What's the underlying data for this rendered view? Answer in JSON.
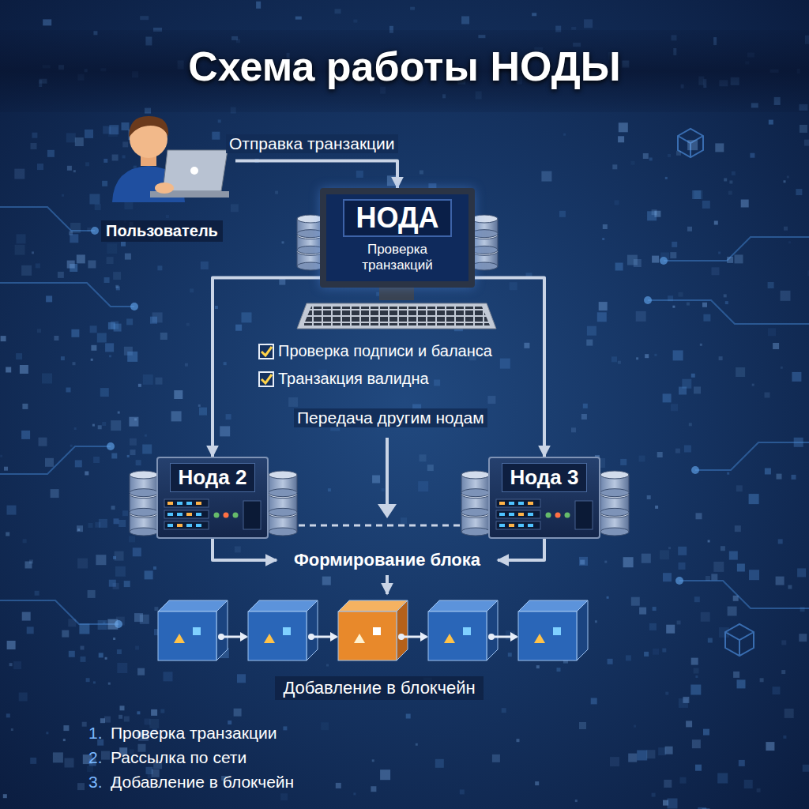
{
  "diagram": {
    "title": "Схема работы НОДЫ",
    "nodes": [
      {
        "text": [
          "Пользователь"
        ]
      },
      {
        "text": [
          "НОДА",
          "Проверка транзакций"
        ]
      },
      {
        "text": [
          "Нода 2"
        ]
      },
      {
        "text": [
          "Нода 3"
        ]
      },
      {
        "text": [
          "Формирование блока"
        ]
      },
      {
        "text": [
          "Добавление в блокчейн"
        ]
      }
    ],
    "edges": [
      {
        "from": 0,
        "to": 1,
        "arrow": "to",
        "label": "Отправка транзакции"
      },
      {
        "from": 1,
        "to": 2,
        "arrow": "to",
        "label": "Передача другим нодам"
      },
      {
        "from": 1,
        "to": 3,
        "arrow": "to"
      },
      {
        "from": 2,
        "to": 4,
        "arrow": "to"
      },
      {
        "from": 3,
        "to": 4,
        "arrow": "to"
      },
      {
        "from": 4,
        "to": 5,
        "arrow": "to"
      }
    ],
    "labels": [
      "Проверка подписи и баланса",
      "Транзакция валидна",
      "1.",
      "Проверка транзакции",
      "2.",
      "Рассылка по сети",
      "3.",
      "Добавление в блокчейн"
    ]
  }
}
